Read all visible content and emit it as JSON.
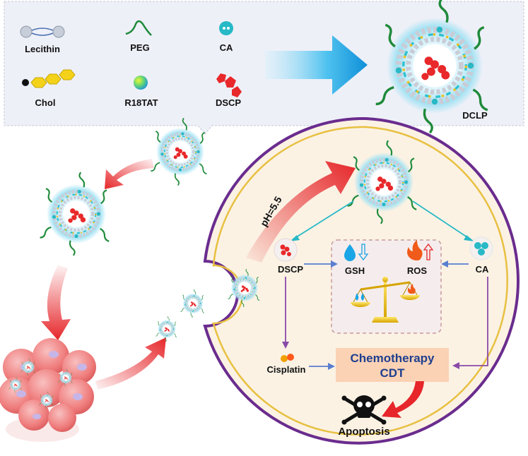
{
  "legend": {
    "items": [
      {
        "key": "lecithin",
        "label": "Lecithin"
      },
      {
        "key": "peg",
        "label": "PEG"
      },
      {
        "key": "ca",
        "label": "CA"
      },
      {
        "key": "chol",
        "label": "Chol"
      },
      {
        "key": "r18tat",
        "label": "R18TAT"
      },
      {
        "key": "dscp",
        "label": "DSCP"
      }
    ]
  },
  "product": {
    "label": "DCLP"
  },
  "cell": {
    "ph_label": "pH=5.5",
    "dscp_label": "DSCP",
    "ca_label": "CA",
    "gsh_label": "GSH",
    "ros_label": "ROS",
    "cisplatin_label": "Cisplatin",
    "therapy_line1": "Chemotherapy",
    "therapy_line2": "CDT",
    "apoptosis_label": "Apoptosis"
  },
  "colors": {
    "legend_bg": "#eef0f8",
    "cell_fill": "#fbf2e4",
    "cell_outer": "#6a2c8e",
    "cell_inner": "#e8c040",
    "arrow_red": "#e6262a",
    "arrow_blue": "#1aa5e6",
    "teal": "#27b9c6",
    "dscp_red": "#e8282a",
    "therapy_box": "#fbd2b4",
    "therapy_text": "#1f3f8e",
    "flow_blue": "#5a7ed0",
    "flow_purple": "#8a4aa8",
    "cancer_cell": "#f28a8a"
  },
  "icons": [
    "lecithin-icon",
    "peg-icon",
    "ca-icon",
    "chol-icon",
    "r18tat-icon",
    "dscp-icon",
    "water-drop-icon",
    "flame-icon",
    "balance-scale-icon",
    "skull-crossbones-icon"
  ]
}
